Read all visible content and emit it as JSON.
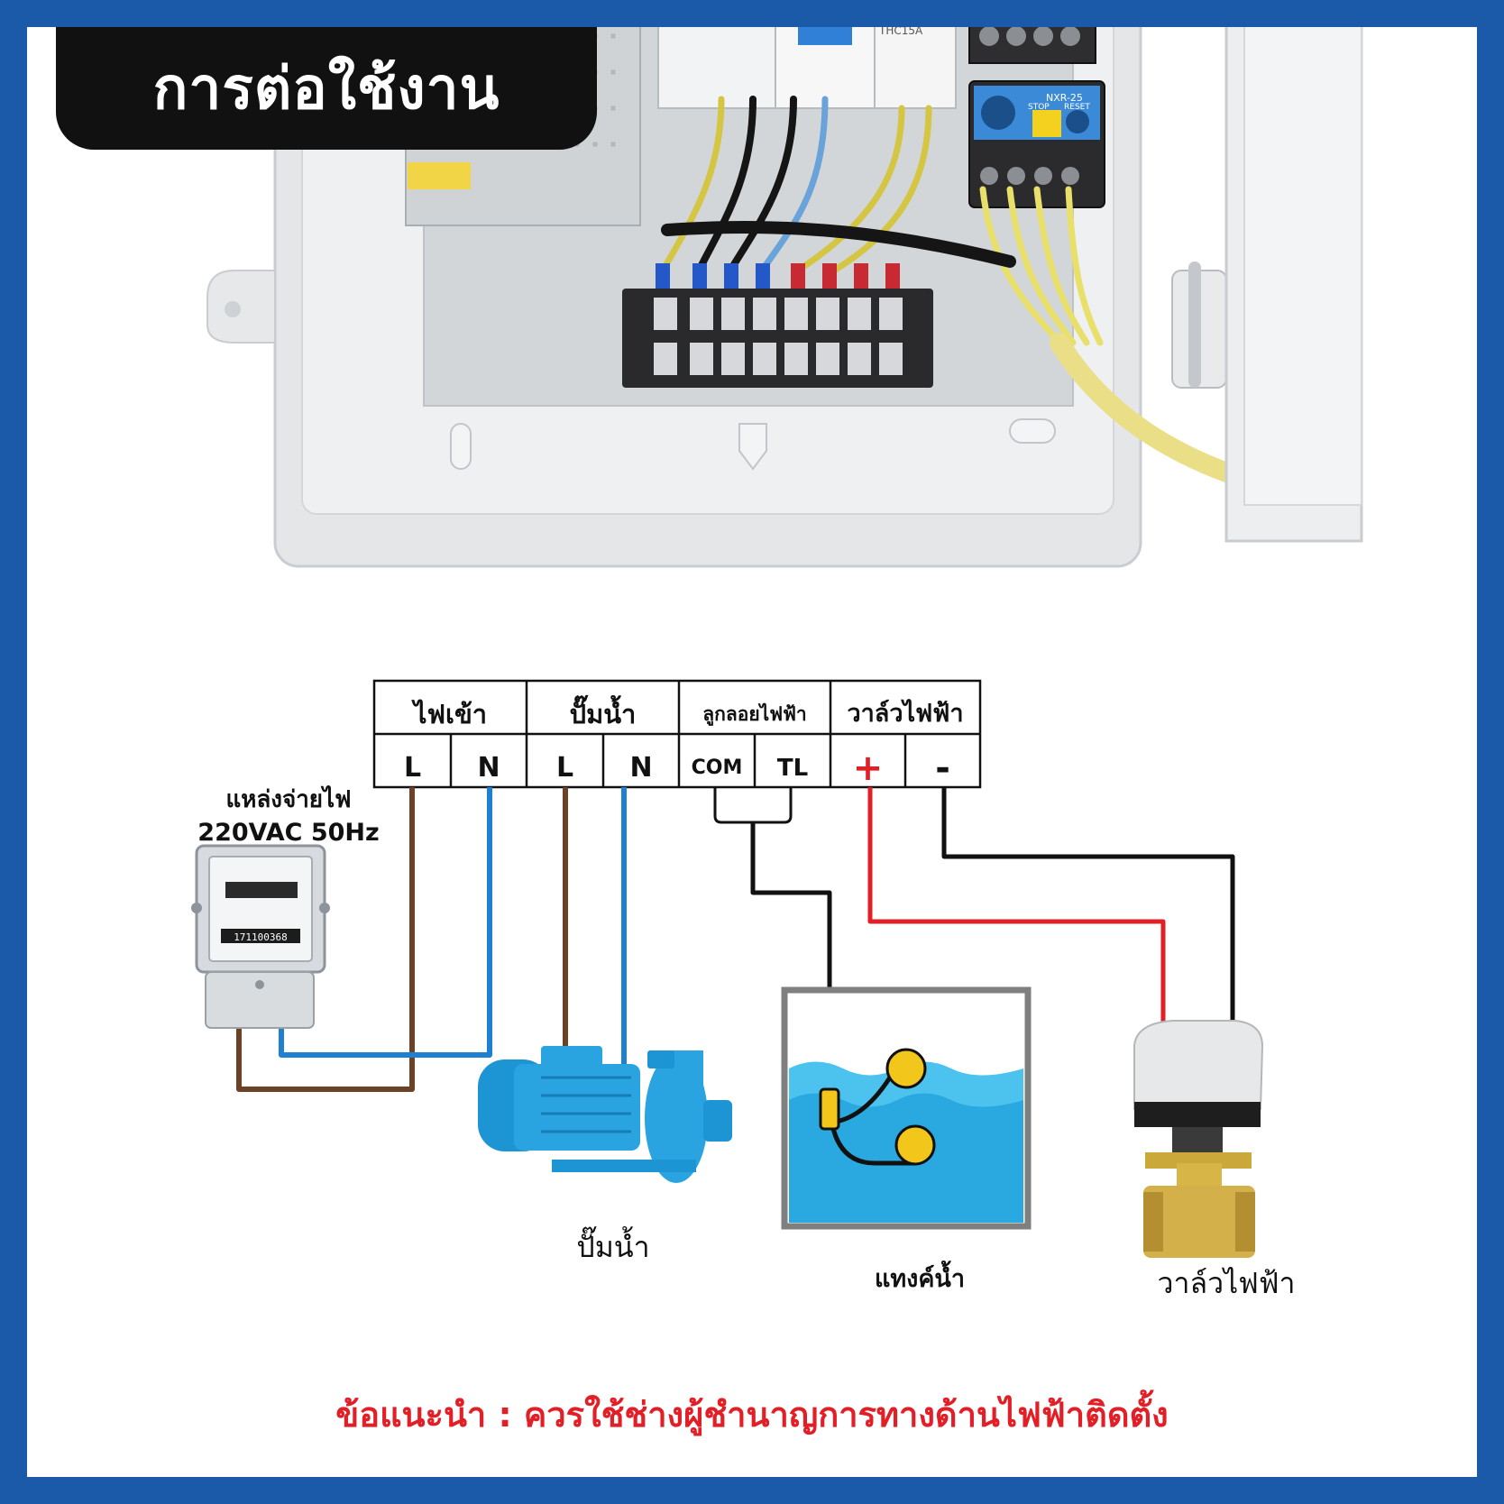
{
  "title": "การต่อใช้งาน",
  "terminal_header": {
    "groups": [
      "ไฟเข้า",
      "ปั๊มน้ำ",
      "ลูกลอยไฟฟ้า",
      "วาล์วไฟฟ้า"
    ],
    "terminals": [
      "L",
      "N",
      "L",
      "N",
      "COM",
      "TL",
      "+",
      "-"
    ]
  },
  "power_source": {
    "label": "แหล่งจ่ายไฟ",
    "spec": "220VAC 50Hz",
    "meter_number": "171100368"
  },
  "devices": {
    "pump": "ปั๊มน้ำ",
    "tank": "แทงค์น้ำ",
    "valve": "วาล์วไฟฟ้า"
  },
  "panel": {
    "relay_model": "NXR-25",
    "relay_stop": "STOP",
    "relay_reset": "RESET",
    "breaker_model": "THC15A"
  },
  "advice": "ข้อแนะนำ : ควรใช้ช่างผู้ชำนาญการทางด้านไฟฟ้าติดตั้ง",
  "colors": {
    "border": "#1a5aa8",
    "brown_wire": "#6b4226",
    "blue_wire": "#1f7fd1",
    "red_wire": "#e21f26",
    "black_wire": "#111111",
    "advice_text": "#e21f26"
  }
}
